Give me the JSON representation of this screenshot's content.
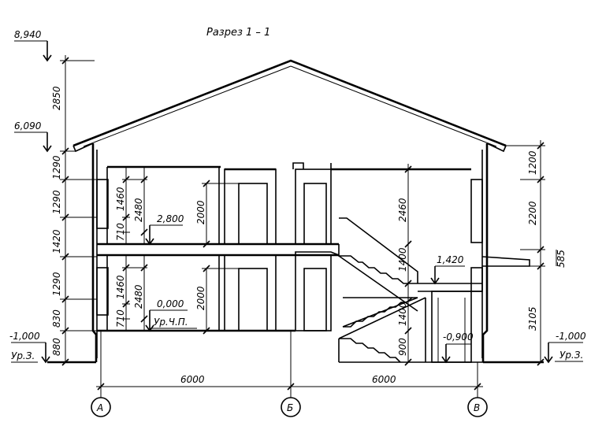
{
  "title": "Разрез 1 – 1",
  "elevations": {
    "ridge": "8,940",
    "eaves": "6,090",
    "floor2": "2,800",
    "floor1": "0,000",
    "floor1_note": "Ур.Ч.П.",
    "ground_left": "-1,000",
    "ground_left_note": "Ур.З.",
    "ground_right": "-1,000",
    "ground_right_note": "Ур.З.",
    "landing": "1,420",
    "basement": "-0,900"
  },
  "left_dims": [
    "2850",
    "1290",
    "1290",
    "1420",
    "1290",
    "830",
    "880"
  ],
  "window_dims_upper": [
    "1460",
    "710",
    "2480"
  ],
  "window_dims_lower": [
    "1460",
    "710",
    "2480"
  ],
  "door_dims": [
    "2000",
    "2000"
  ],
  "stair_dims": [
    "2460",
    "1400",
    "1400",
    "900"
  ],
  "right_dims": [
    "1200",
    "2200",
    "585",
    "3105"
  ],
  "span_dims": [
    "6000",
    "6000"
  ],
  "axes": [
    "А",
    "Б",
    "В"
  ]
}
